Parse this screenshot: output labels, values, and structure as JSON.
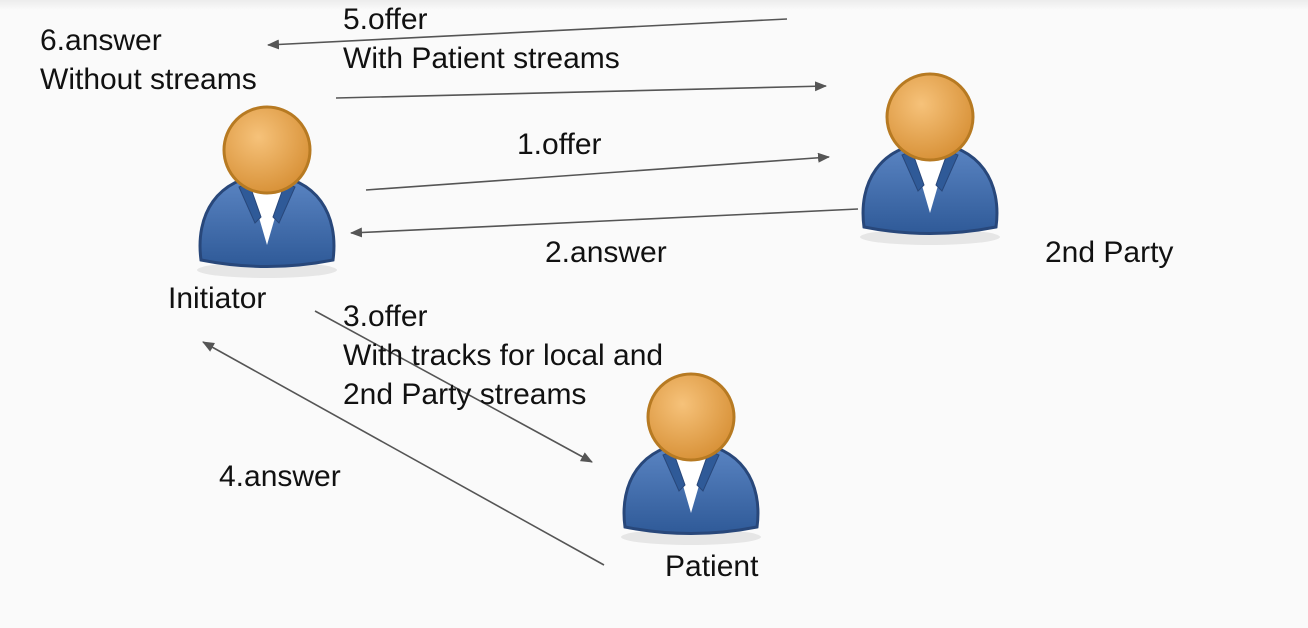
{
  "participants": {
    "initiator": "Initiator",
    "second_party": "2nd Party",
    "patient": "Patient"
  },
  "messages": {
    "m1": [
      "1.offer"
    ],
    "m2": [
      "2.answer"
    ],
    "m3": [
      "3.offer",
      "With tracks for local and",
      "2nd Party streams"
    ],
    "m4": [
      "4.answer"
    ],
    "m5": [
      "5.offer",
      "With Patient streams"
    ],
    "m6": [
      "6.answer",
      "Without streams"
    ]
  },
  "colors": {
    "arrow": "#555555",
    "head_fill": "#e0a050",
    "head_stroke": "#b77a22",
    "body_fill": "#3a67a8",
    "body_stroke": "#28477a",
    "collar": "#ffffff"
  }
}
